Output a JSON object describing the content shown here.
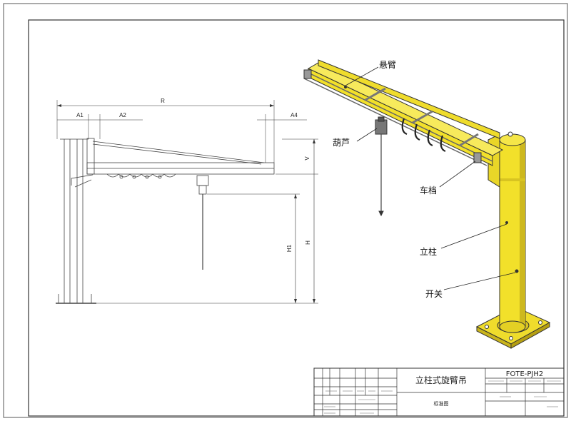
{
  "dimensions": {
    "R": "R",
    "A1": "A1",
    "A2": "A2",
    "A4": "A4",
    "V": "V",
    "H1": "H1",
    "H": "H"
  },
  "callouts": {
    "jib_arm": "悬臂",
    "hoist": "葫芦",
    "stopper": "车档",
    "column": "立柱",
    "switch": "开关"
  },
  "title_block": {
    "title": "立柱式旋臂吊",
    "drawing_code": "FOTE-PJH2",
    "subtitle": "标准图"
  },
  "colors": {
    "crane_yellow": "#f2e02a",
    "outline": "#333333",
    "frame": "#444444"
  }
}
